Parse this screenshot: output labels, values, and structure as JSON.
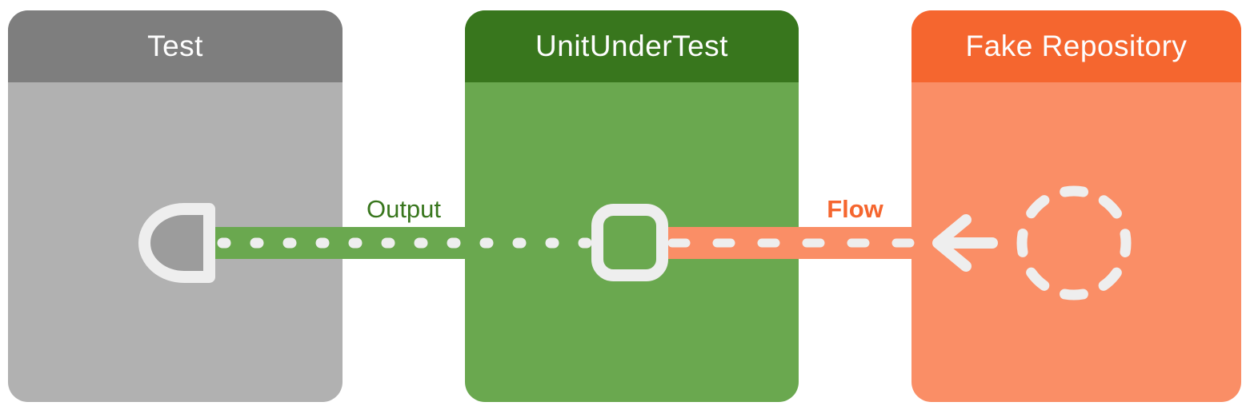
{
  "diagram": {
    "background_color": "#ffffff",
    "stroke_color": "#eeeeee",
    "boxes": [
      {
        "id": "test",
        "title": "Test",
        "header_color": "#7e7e7e",
        "body_color": "#b1b1b1",
        "icon": "collector-icon"
      },
      {
        "id": "unit-under-test",
        "title": "UnitUnderTest",
        "header_color": "#38761d",
        "body_color": "#6aa84f",
        "icon": "operator-icon"
      },
      {
        "id": "fake-repository",
        "title": "Fake Repository",
        "header_color": "#f5662f",
        "body_color": "#fa8e66",
        "icon": "producer-icon"
      }
    ],
    "connections": [
      {
        "id": "output",
        "label": "Output",
        "label_color": "#38761d",
        "band_color": "#6aa84f",
        "line_style": "dotted",
        "from": "unit-under-test",
        "to": "test"
      },
      {
        "id": "flow",
        "label": "Flow",
        "label_color": "#f5662f",
        "band_color": "#fa8e66",
        "line_style": "dashed",
        "from": "fake-repository",
        "to": "unit-under-test"
      }
    ],
    "icons": [
      {
        "name": "collector-icon",
        "shape": "half-capsule outline",
        "box": "test",
        "fill": "#9c9c9c"
      },
      {
        "name": "operator-icon",
        "shape": "rounded-square outline",
        "box": "unit-under-test"
      },
      {
        "name": "arrow-left-icon",
        "shape": "left-pointing arrow",
        "box": "fake-repository"
      },
      {
        "name": "producer-icon",
        "shape": "dashed circle",
        "box": "fake-repository"
      }
    ]
  }
}
